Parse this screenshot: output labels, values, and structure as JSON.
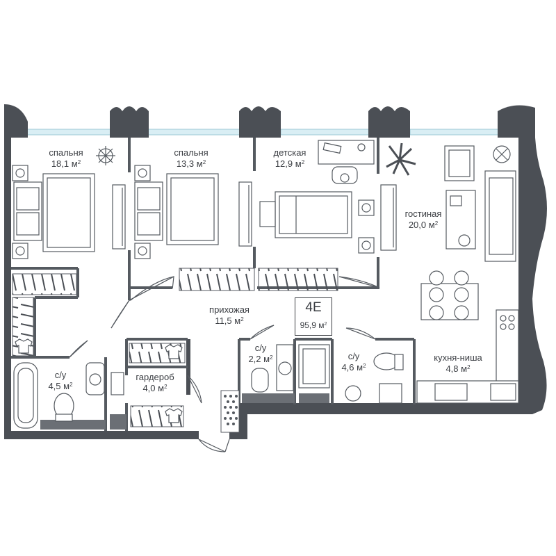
{
  "apartment": {
    "code": "4E",
    "total_area": "95,9",
    "unit": "м",
    "unit_power": "2"
  },
  "rooms": [
    {
      "id": "bedroom-1",
      "name": "спальня",
      "area": "18,1"
    },
    {
      "id": "bedroom-2",
      "name": "спальня",
      "area": "13,3"
    },
    {
      "id": "kids-room",
      "name": "детская",
      "area": "12,9"
    },
    {
      "id": "living-room",
      "name": "гостиная",
      "area": "20,0"
    },
    {
      "id": "hallway",
      "name": "прихожая",
      "area": "11,5"
    },
    {
      "id": "bathroom-small",
      "name": "с/у",
      "area": "2,2"
    },
    {
      "id": "bathroom-shower",
      "name": "с/у",
      "area": "4,6"
    },
    {
      "id": "kitchen-niche",
      "name": "кухня-ниша",
      "area": "4,8"
    },
    {
      "id": "bathroom-tub",
      "name": "с/у",
      "area": "4,5"
    },
    {
      "id": "wardrobe",
      "name": "гардероб",
      "area": "4,0"
    }
  ],
  "colors": {
    "wall": "#4b4f55",
    "line": "#555a60",
    "window": "#bfe0ea",
    "floor_tile": "#6b6f75"
  }
}
